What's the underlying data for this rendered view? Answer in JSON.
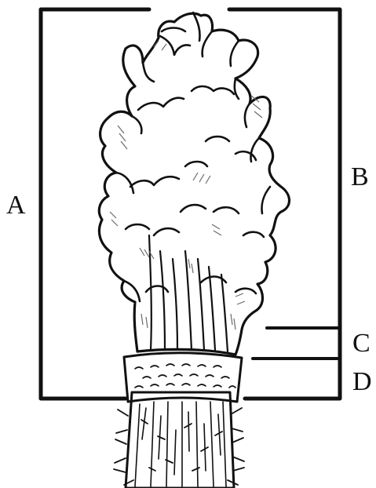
{
  "labels": {
    "a": "A",
    "b": "B",
    "c": "C",
    "d": "D"
  },
  "colors": {
    "ink": "#111111",
    "paper": "#ffffff",
    "shade": "#6b6b6b"
  }
}
